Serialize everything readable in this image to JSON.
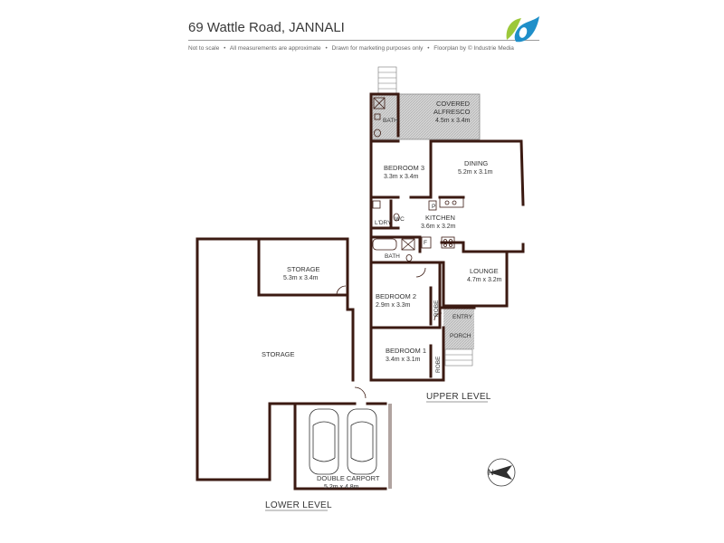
{
  "header": {
    "address": "69 Wattle Road, JANNALI",
    "disclaimers": [
      "Not to scale",
      "All measurements are approximate",
      "Drawn for marketing purposes only",
      "Floorplan by © Industrie Media"
    ],
    "separator": "•"
  },
  "rooms": {
    "covered_alfresco": {
      "name_line1": "COVERED",
      "name_line2": "ALFRESCO",
      "size": "4.5m x 3.4m"
    },
    "bath_upper": {
      "name": "BATH"
    },
    "dining": {
      "name": "DINING",
      "size": "5.2m x 3.1m"
    },
    "bedroom3": {
      "name": "BEDROOM 3",
      "size": "3.3m x 3.4m"
    },
    "kitchen": {
      "name": "KITCHEN",
      "size": "3.6m x 3.2m"
    },
    "laundry": {
      "name": "L'DRY"
    },
    "wc": {
      "name": "WC"
    },
    "bath_mid": {
      "name": "BATH"
    },
    "lounge": {
      "name": "LOUNGE",
      "size": "4.7m x 3.2m"
    },
    "bedroom2": {
      "name": "BEDROOM 2",
      "size": "2.9m x 3.3m"
    },
    "robe2": {
      "name": "ROBE"
    },
    "entry": {
      "name": "ENTRY"
    },
    "porch": {
      "name": "PORCH"
    },
    "bedroom1": {
      "name": "BEDROOM 1",
      "size": "3.4m x 3.1m"
    },
    "robe1": {
      "name": "ROBE"
    },
    "storage_small": {
      "name": "STORAGE",
      "size": "5.3m x 3.4m"
    },
    "storage_large": {
      "name": "STORAGE"
    },
    "carport": {
      "name": "DOUBLE CARPORT",
      "size": "5.2m x 4.8m"
    },
    "fridge": {
      "name": "F"
    },
    "pantry": {
      "name": "P"
    }
  },
  "levels": {
    "upper": "UPPER LEVEL",
    "lower": "LOWER LEVEL"
  },
  "compass": {
    "letter": "N"
  },
  "colors": {
    "wall": "#3b1a12",
    "hatch": "#b5b5b5",
    "logo_green": "#9cc83a",
    "logo_blue": "#1f8fc9"
  }
}
